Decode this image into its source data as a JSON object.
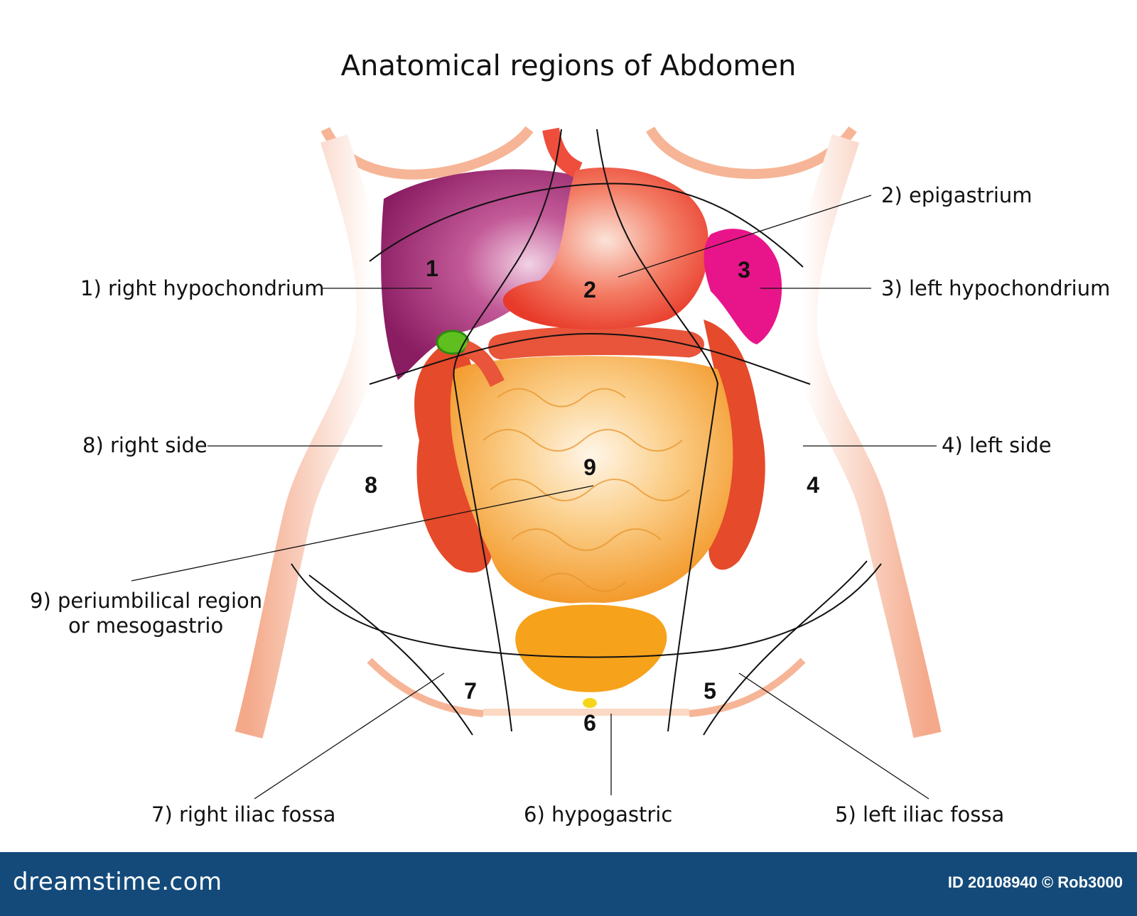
{
  "title": "Anatomical regions of Abdomen",
  "labels": {
    "r1": "1) right hypochondrium",
    "r2": "2) epigastrium",
    "r3": "3) left hypochondrium",
    "r4": "4) left side",
    "r5": "5) left iliac fossa",
    "r6": "6) hypogastric",
    "r7": "7) right iliac fossa",
    "r8": "8) right side",
    "r9a": "9) periumbilical region",
    "r9b": "or mesogastrio"
  },
  "numbers": [
    "1",
    "2",
    "3",
    "4",
    "5",
    "6",
    "7",
    "8",
    "9"
  ],
  "footer": {
    "brand": "dreamstime.com",
    "credit": "ID 20108940 © Rob3000"
  },
  "colors": {
    "skin": "#f7c9a8",
    "liver": "#9b1f6e",
    "stomach": "#ef4e3c",
    "spleen": "#e8158a",
    "intestine": "#f7a63a",
    "colon": "#e54a2a",
    "gallbladder": "#5fbf1f",
    "bladder": "#f6a21b",
    "footer": "#134a7a"
  }
}
